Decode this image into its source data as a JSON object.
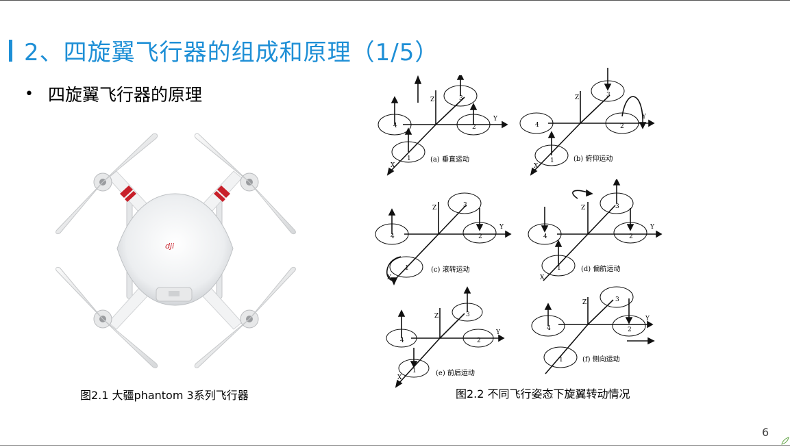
{
  "slide": {
    "title": "2、四旋翼飞行器的组成和原理（1/5）",
    "bullet": "四旋翼飞行器的原理",
    "page_number": "6"
  },
  "figures": {
    "drone_caption": "图2.1  大疆phantom 3系列飞行器",
    "diagram_caption": "图2.2  不同飞行姿态下旋翼转动情况",
    "drone_logo": "dji"
  },
  "diagrams": {
    "axis_z": "Z",
    "axis_y": "Y",
    "axis_x": "X",
    "rotors": [
      "1",
      "2",
      "3",
      "4"
    ],
    "panels": [
      {
        "label": "(a) 垂直运动"
      },
      {
        "label": "(b) 俯仰运动"
      },
      {
        "label": "(c) 滚转运动"
      },
      {
        "label": "(d) 偏航运动"
      },
      {
        "label": "(e) 前后运动"
      },
      {
        "label": "(f) 侧向运动"
      }
    ]
  },
  "colors": {
    "title": "#1e8fd6",
    "accent_bar": "#1e8fd6",
    "drone_stripe": "#c8202a"
  }
}
